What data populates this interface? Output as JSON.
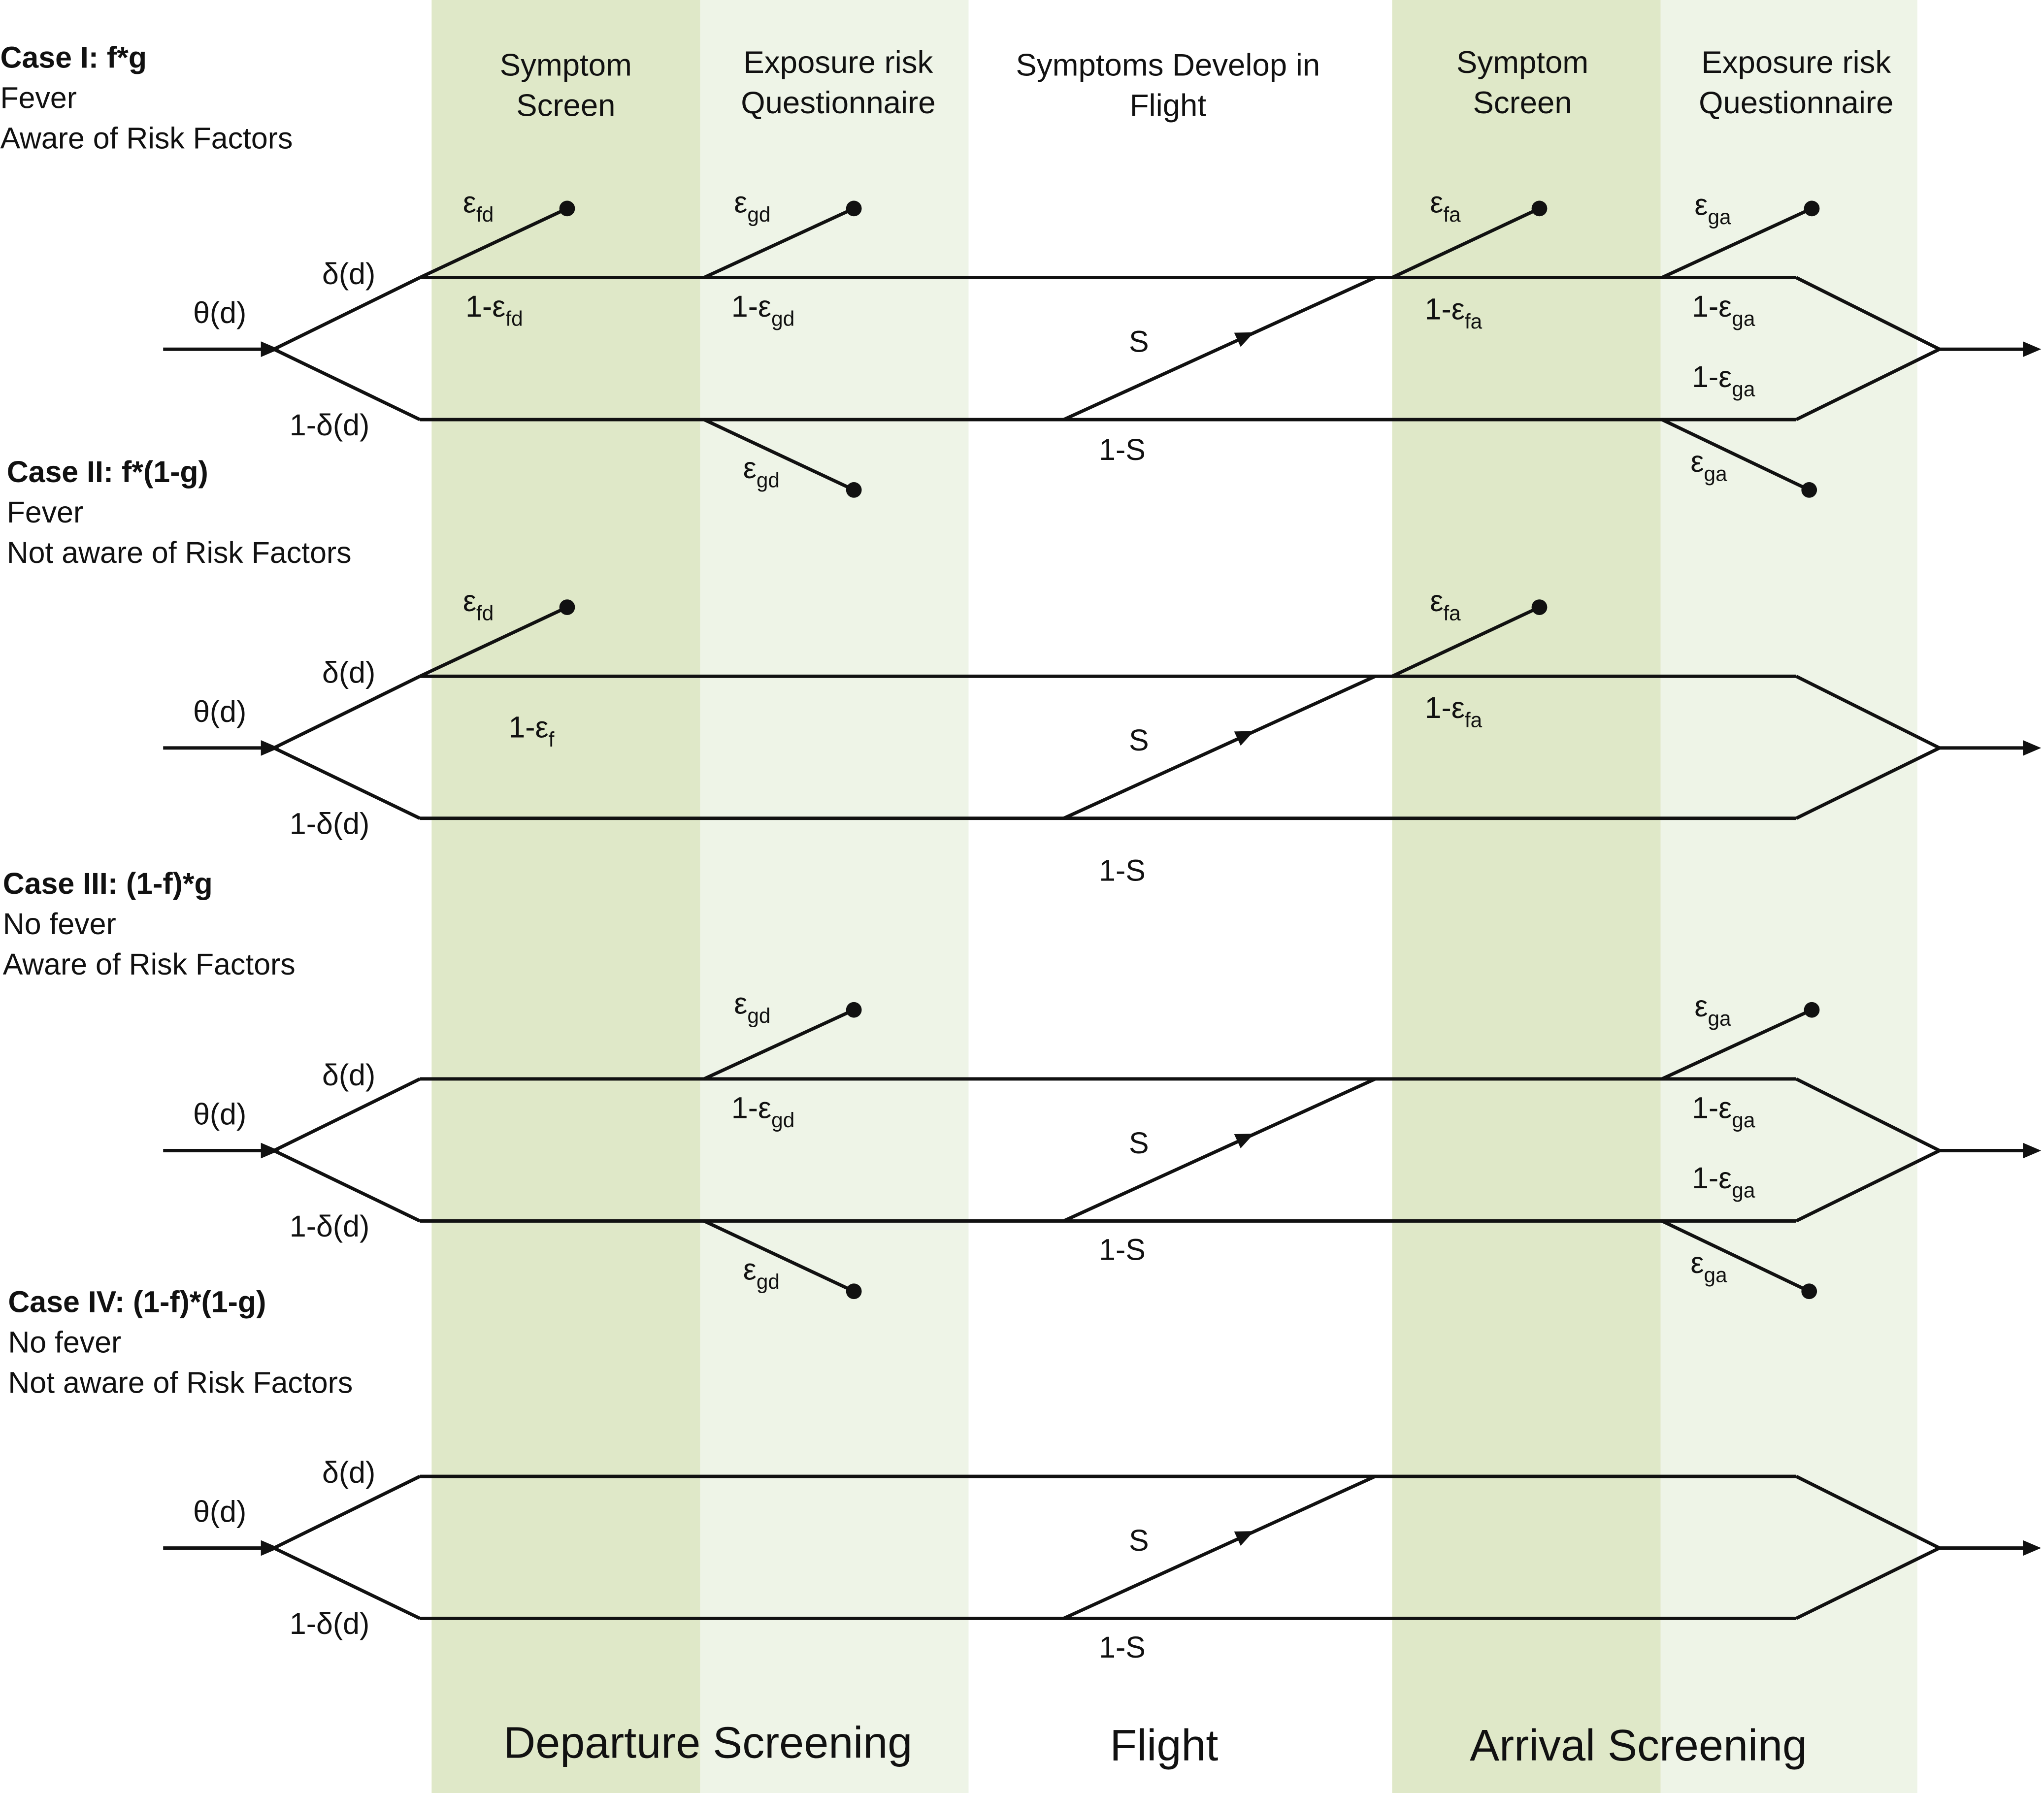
{
  "colors": {
    "band_dark": "#dfe8c8",
    "band_light": "#eef4e7",
    "line": "#111111"
  },
  "headers": {
    "dep_symptom": [
      "Symptom",
      "Screen"
    ],
    "dep_exposure": [
      "Exposure risk",
      "Questionnaire"
    ],
    "flight": [
      "Symptoms Develop in",
      "Flight"
    ],
    "arr_symptom": [
      "Symptom",
      "Screen"
    ],
    "arr_exposure": [
      "Exposure risk",
      "Questionnaire"
    ]
  },
  "footer": {
    "departure": "Departure Screening",
    "flight": "Flight",
    "arrival": "Arrival Screening"
  },
  "labels": {
    "theta": "θ(d)",
    "delta": "δ(d)",
    "one_minus_delta": "1-δ(d)",
    "s": "S",
    "one_minus_s": "1-S",
    "eps": "ε",
    "one_minus": "1-"
  },
  "cases": [
    {
      "title": "Case I: f*g",
      "lines": [
        "Fever",
        "Aware of Risk Factors"
      ],
      "symptom": true,
      "questionnaire": true,
      "dep_pass_sub": "fd"
    },
    {
      "title": "Case II: f*(1-g)",
      "lines": [
        "Fever",
        "Not aware of Risk Factors"
      ],
      "symptom": true,
      "questionnaire": false,
      "dep_pass_sub": "f"
    },
    {
      "title": "Case III: (1-f)*g",
      "lines": [
        "No fever",
        "Aware of Risk Factors"
      ],
      "symptom": false,
      "questionnaire": true
    },
    {
      "title": "Case IV: (1-f)*(1-g)",
      "lines": [
        "No fever",
        "Not aware of Risk Factors"
      ],
      "symptom": false,
      "questionnaire": false
    }
  ],
  "subscripts": {
    "fd": "fd",
    "gd": "gd",
    "fa": "fa",
    "ga": "ga"
  }
}
